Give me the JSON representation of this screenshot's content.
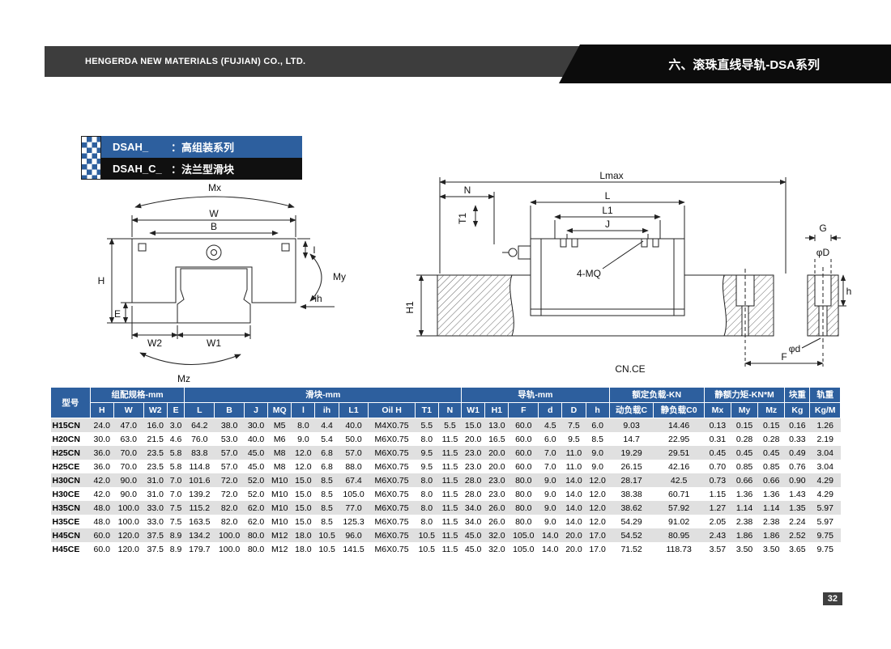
{
  "colors": {
    "header_blue": "#2d5f9e",
    "band_gray": "#3d3d3d",
    "black": "#0c0c0c",
    "stripe_gray": "#e0e0e0"
  },
  "header": {
    "company": "HENGERDA NEW MATERIALS (FUJIAN) CO., LTD.",
    "section_title": "六、滚珠直线导轨-DSA系列"
  },
  "series": {
    "rows": [
      {
        "code": "DSAH_",
        "desc": "：高组装系列"
      },
      {
        "code": "DSAH_C_",
        "desc": "：法兰型滑块"
      }
    ]
  },
  "diagram_left": {
    "mx": "Mx",
    "w": "W",
    "b": "B",
    "h": "H",
    "e": "E",
    "w2": "W2",
    "w1": "W1",
    "mz": "Mz",
    "my": "My",
    "ih": "ih",
    "l": "l"
  },
  "diagram_right": {
    "lmax": "Lmax",
    "n": "N",
    "t1": "T1",
    "l": "L",
    "l1": "L1",
    "j": "J",
    "mq": "4-MQ",
    "g": "G",
    "phi_d_upper": "φD",
    "h": "h",
    "h1": "H1",
    "phi_d_lower": "φd",
    "f": "F",
    "cnce": "CN.CE"
  },
  "table": {
    "header": {
      "model": "型号",
      "groups": [
        {
          "label": "组配规格-mm",
          "span": 4
        },
        {
          "label": "滑块-mm",
          "span": 10
        },
        {
          "label": "导轨-mm",
          "span": 6
        },
        {
          "label": "额定负载-KN",
          "span": 2
        },
        {
          "label": "静额力矩-KN*M",
          "span": 3
        },
        {
          "label": "块重",
          "span": 1
        },
        {
          "label": "轨重",
          "span": 1
        }
      ],
      "columns": [
        "H",
        "W",
        "W2",
        "E",
        "L",
        "B",
        "J",
        "MQ",
        "l",
        "ih",
        "L1",
        "Oil H",
        "T1",
        "N",
        "W1",
        "H1",
        "F",
        "d",
        "D",
        "h",
        "动负载C",
        "静负载C0",
        "Mx",
        "My",
        "Mz",
        "Kg",
        "Kg/M"
      ]
    },
    "rows": [
      [
        "H15CN",
        "24.0",
        "47.0",
        "16.0",
        "3.0",
        "64.2",
        "38.0",
        "30.0",
        "M5",
        "8.0",
        "4.4",
        "40.0",
        "M4X0.75",
        "5.5",
        "5.5",
        "15.0",
        "13.0",
        "60.0",
        "4.5",
        "7.5",
        "6.0",
        "9.03",
        "14.46",
        "0.13",
        "0.15",
        "0.15",
        "0.16",
        "1.26"
      ],
      [
        "H20CN",
        "30.0",
        "63.0",
        "21.5",
        "4.6",
        "76.0",
        "53.0",
        "40.0",
        "M6",
        "9.0",
        "5.4",
        "50.0",
        "M6X0.75",
        "8.0",
        "11.5",
        "20.0",
        "16.5",
        "60.0",
        "6.0",
        "9.5",
        "8.5",
        "14.7",
        "22.95",
        "0.31",
        "0.28",
        "0.28",
        "0.33",
        "2.19"
      ],
      [
        "H25CN",
        "36.0",
        "70.0",
        "23.5",
        "5.8",
        "83.8",
        "57.0",
        "45.0",
        "M8",
        "12.0",
        "6.8",
        "57.0",
        "M6X0.75",
        "9.5",
        "11.5",
        "23.0",
        "20.0",
        "60.0",
        "7.0",
        "11.0",
        "9.0",
        "19.29",
        "29.51",
        "0.45",
        "0.45",
        "0.45",
        "0.49",
        "3.04"
      ],
      [
        "H25CE",
        "36.0",
        "70.0",
        "23.5",
        "5.8",
        "114.8",
        "57.0",
        "45.0",
        "M8",
        "12.0",
        "6.8",
        "88.0",
        "M6X0.75",
        "9.5",
        "11.5",
        "23.0",
        "20.0",
        "60.0",
        "7.0",
        "11.0",
        "9.0",
        "26.15",
        "42.16",
        "0.70",
        "0.85",
        "0.85",
        "0.76",
        "3.04"
      ],
      [
        "H30CN",
        "42.0",
        "90.0",
        "31.0",
        "7.0",
        "101.6",
        "72.0",
        "52.0",
        "M10",
        "15.0",
        "8.5",
        "67.4",
        "M6X0.75",
        "8.0",
        "11.5",
        "28.0",
        "23.0",
        "80.0",
        "9.0",
        "14.0",
        "12.0",
        "28.17",
        "42.5",
        "0.73",
        "0.66",
        "0.66",
        "0.90",
        "4.29"
      ],
      [
        "H30CE",
        "42.0",
        "90.0",
        "31.0",
        "7.0",
        "139.2",
        "72.0",
        "52.0",
        "M10",
        "15.0",
        "8.5",
        "105.0",
        "M6X0.75",
        "8.0",
        "11.5",
        "28.0",
        "23.0",
        "80.0",
        "9.0",
        "14.0",
        "12.0",
        "38.38",
        "60.71",
        "1.15",
        "1.36",
        "1.36",
        "1.43",
        "4.29"
      ],
      [
        "H35CN",
        "48.0",
        "100.0",
        "33.0",
        "7.5",
        "115.2",
        "82.0",
        "62.0",
        "M10",
        "15.0",
        "8.5",
        "77.0",
        "M6X0.75",
        "8.0",
        "11.5",
        "34.0",
        "26.0",
        "80.0",
        "9.0",
        "14.0",
        "12.0",
        "38.62",
        "57.92",
        "1.27",
        "1.14",
        "1.14",
        "1.35",
        "5.97"
      ],
      [
        "H35CE",
        "48.0",
        "100.0",
        "33.0",
        "7.5",
        "163.5",
        "82.0",
        "62.0",
        "M10",
        "15.0",
        "8.5",
        "125.3",
        "M6X0.75",
        "8.0",
        "11.5",
        "34.0",
        "26.0",
        "80.0",
        "9.0",
        "14.0",
        "12.0",
        "54.29",
        "91.02",
        "2.05",
        "2.38",
        "2.38",
        "2.24",
        "5.97"
      ],
      [
        "H45CN",
        "60.0",
        "120.0",
        "37.5",
        "8.9",
        "134.2",
        "100.0",
        "80.0",
        "M12",
        "18.0",
        "10.5",
        "96.0",
        "M6X0.75",
        "10.5",
        "11.5",
        "45.0",
        "32.0",
        "105.0",
        "14.0",
        "20.0",
        "17.0",
        "54.52",
        "80.95",
        "2.43",
        "1.86",
        "1.86",
        "2.52",
        "9.75"
      ],
      [
        "H45CE",
        "60.0",
        "120.0",
        "37.5",
        "8.9",
        "179.7",
        "100.0",
        "80.0",
        "M12",
        "18.0",
        "10.5",
        "141.5",
        "M6X0.75",
        "10.5",
        "11.5",
        "45.0",
        "32.0",
        "105.0",
        "14.0",
        "20.0",
        "17.0",
        "71.52",
        "118.73",
        "3.57",
        "3.50",
        "3.50",
        "3.65",
        "9.75"
      ]
    ]
  },
  "page_number": "32"
}
